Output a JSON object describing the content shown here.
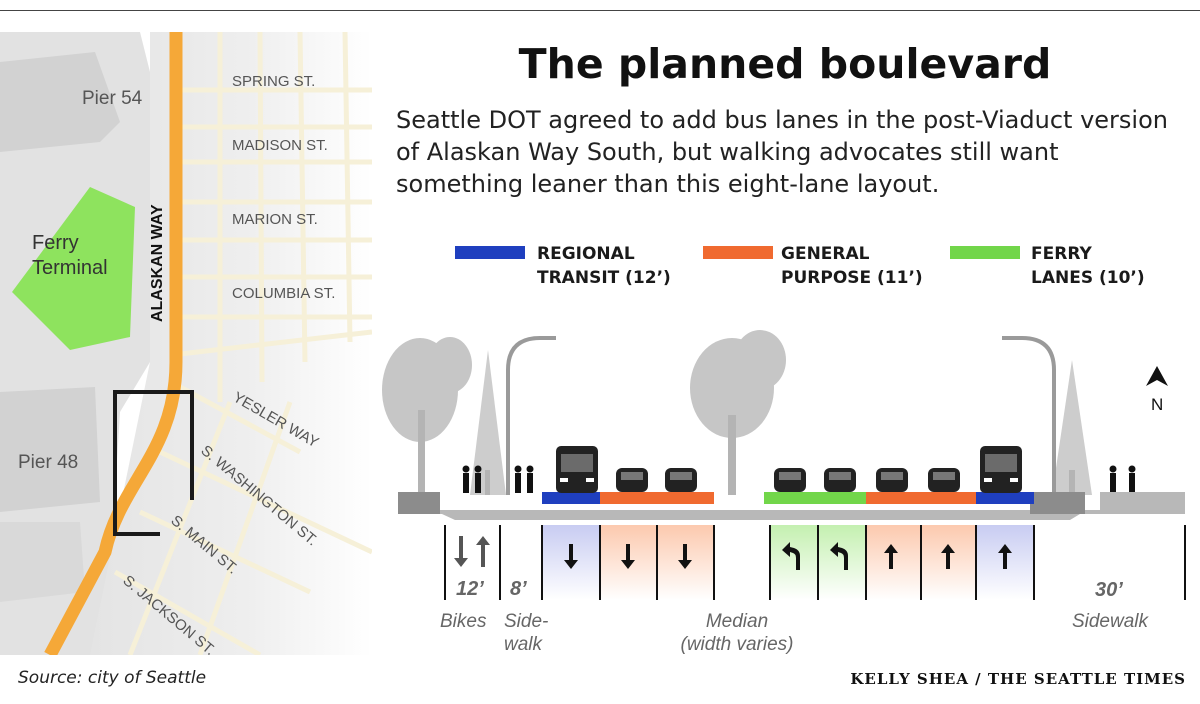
{
  "title": "The planned boulevard",
  "intro": {
    "line1": "Seattle DOT agreed to add bus lanes in the post-Viaduct version",
    "line2": "of Alaskan Way South, but walking advocates still want",
    "line3": "something leaner than this eight-lane layout."
  },
  "legend": [
    {
      "line1": "REGIONAL",
      "line2": "TRANSIT (12’)",
      "color": "#1f3fbf"
    },
    {
      "line1": "GENERAL",
      "line2": "PURPOSE (11’)",
      "color": "#f06a30"
    },
    {
      "line1": "FERRY",
      "line2": "LANES (10’)",
      "color": "#72d64a"
    }
  ],
  "map": {
    "pier54": "Pier 54",
    "pier48": "Pier 48",
    "ferry1": "Ferry",
    "ferry2": "Terminal",
    "alaskan": "ALASKAN WAY",
    "spring": "SPRING ST.",
    "madison": "MADISON ST.",
    "marion": "MARION ST.",
    "columbia": "COLUMBIA ST.",
    "yesler": "YESLER WAY",
    "washington": "S. WASHINGTON ST.",
    "main": "S. MAIN ST.",
    "jackson": "S. JACKSON ST."
  },
  "cross_section": {
    "bikes_width": "12’",
    "bikes_label": "Bikes",
    "sidewalk_width": "8’",
    "sidewalk_label1": "Side-",
    "sidewalk_label2": "walk",
    "median_label1": "Median",
    "median_label2": "(width varies)",
    "east_width": "30’",
    "east_label": "Sidewalk"
  },
  "colors": {
    "transit": "#1f3fbf",
    "general": "#f06a30",
    "ferry": "#72d64a",
    "road": "#f5a838",
    "ferry_terminal": "#8ee35e",
    "tree": "#c4c4c4"
  },
  "north": "N",
  "source": "Source: city of Seattle",
  "credit": "KELLY SHEA / THE SEATTLE TIMES"
}
